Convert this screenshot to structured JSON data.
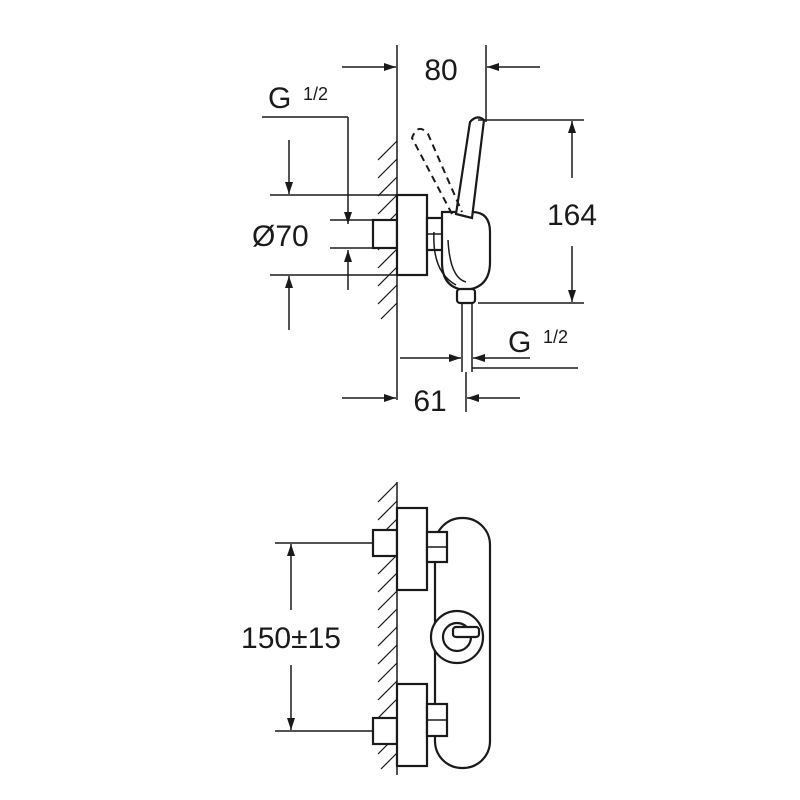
{
  "dimensions": {
    "width_80": "80",
    "height_164": "164",
    "thread_top_g": "G",
    "thread_top_frac": "1/2",
    "diameter_70": "Ø70",
    "thread_bottom_g": "G",
    "thread_bottom_frac": "1/2",
    "depth_61": "61",
    "spacing": "150±15"
  },
  "colors": {
    "line": "#1a1a1a",
    "background": "#ffffff"
  }
}
